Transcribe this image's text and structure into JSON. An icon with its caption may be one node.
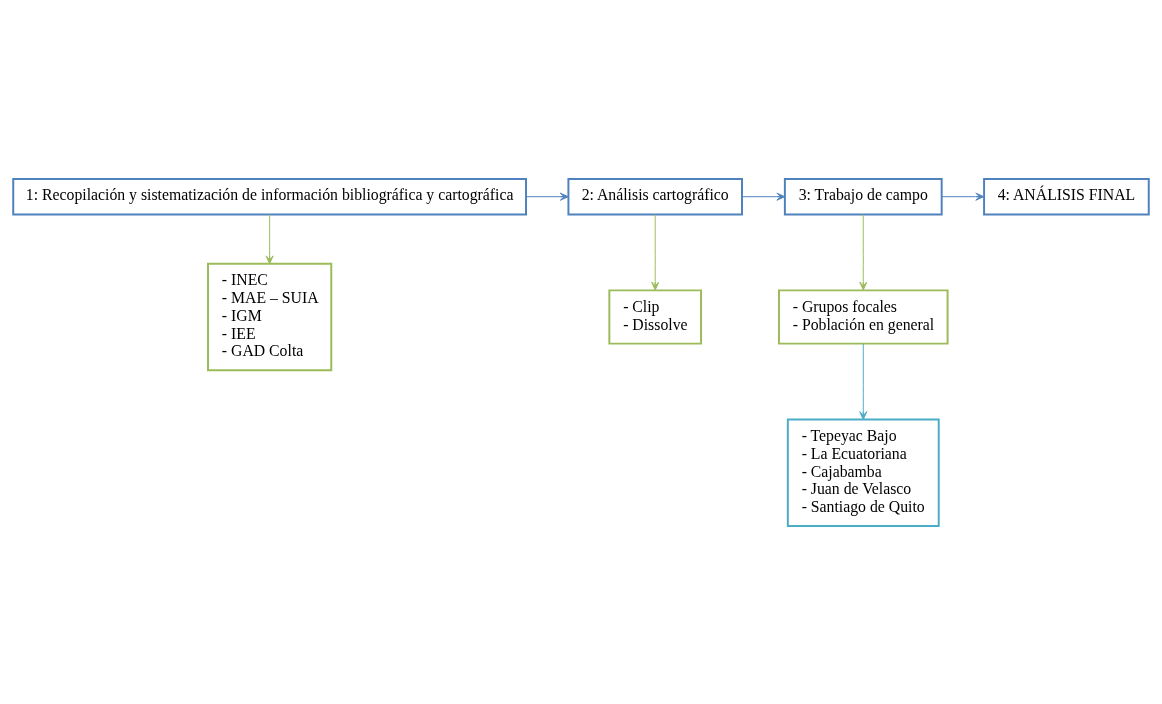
{
  "diagram": {
    "nodes": [
      {
        "text": [
          "1: Recopilación y sistematización de información bibliográfica y cartográfica"
        ]
      },
      {
        "text": [
          "2: Análisis cartográfico"
        ]
      },
      {
        "text": [
          "3: Trabajo de campo"
        ]
      },
      {
        "text": [
          "4: ANÁLISIS FINAL"
        ]
      },
      {
        "text": [
          "- INEC",
          "- MAE – SUIA",
          "- IGM",
          "- IEE",
          "- GAD Colta"
        ]
      },
      {
        "text": [
          "- Clip",
          "- Dissolve"
        ]
      },
      {
        "text": [
          "- Grupos focales",
          "- Población en general"
        ]
      },
      {
        "text": [
          "- Tepeyac Bajo",
          "- La Ecuatoriana",
          "- Cajabamba",
          "- Juan de Velasco",
          "- Santiago de Quito"
        ]
      }
    ],
    "edges": [
      {
        "from": 0,
        "to": 1,
        "arrow": "to"
      },
      {
        "from": 1,
        "to": 2,
        "arrow": "to"
      },
      {
        "from": 2,
        "to": 3,
        "arrow": "to"
      },
      {
        "from": 0,
        "to": 4,
        "arrow": "to",
        "color": "#9bbb59"
      },
      {
        "from": 1,
        "to": 5,
        "arrow": "to",
        "color": "#9bbb59"
      },
      {
        "from": 2,
        "to": 6,
        "arrow": "to",
        "color": "#9bbb59"
      },
      {
        "from": 6,
        "to": 7,
        "arrow": "to",
        "color": "#4bacc6"
      }
    ]
  }
}
